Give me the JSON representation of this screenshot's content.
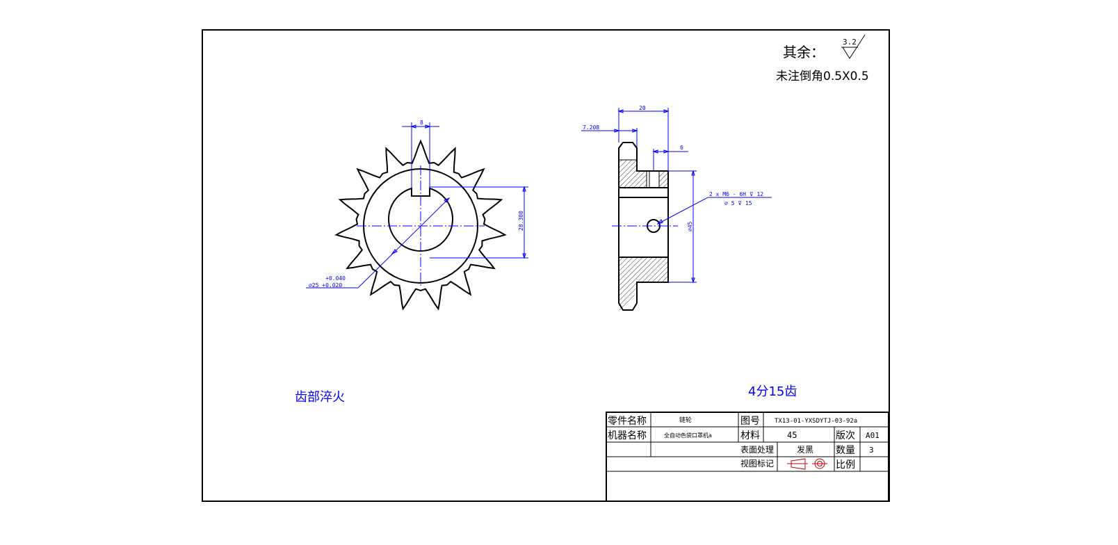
{
  "notes": {
    "roughness_prefix": "其余：",
    "roughness_value": "3.2",
    "chamfer_note": "未注倒角0.5X0.5",
    "tooth_hardening": "齿部淬火",
    "sprocket_spec": "4分15齿"
  },
  "dimensions": {
    "key_width": "8",
    "keyway_depth": "28.300",
    "bore_tol_upper": "+0.040",
    "bore_dia": "⌀25 +0.020",
    "total_length": "20",
    "tooth_width": "7.208",
    "hub_offset": "6",
    "hub_dia": "⌀45",
    "thread_spec": "2 x M6 - 6H ⊽ 12",
    "drill_spec": "⌀ 5 ⊽ 15"
  },
  "title_block": {
    "part_name_label": "零件名称",
    "part_name": "链轮",
    "drawing_no_label": "图号",
    "drawing_no": "TX13-01-YXSDYTJ-03-92a",
    "machine_name_label": "机器名称",
    "machine_name": "全自动色袋口罩机a",
    "material_label": "材料",
    "material": "45",
    "revision_label": "版次",
    "revision": "A01",
    "surface_label": "表面处理",
    "surface": "发黑",
    "qty_label": "数量",
    "qty": "3",
    "view_label": "视图标记",
    "scale_label": "比例"
  },
  "colors": {
    "annotation_blue": "#0000ff",
    "line_black": "#000000"
  }
}
